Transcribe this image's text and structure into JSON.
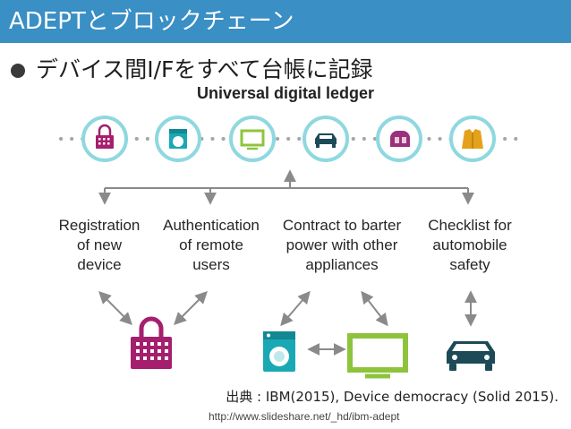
{
  "slide": {
    "title": "ADEPTとブロックチェーン",
    "bullet": "デバイス間I/Fをすべて台帳に記録",
    "ledger_title": "Universal digital ledger"
  },
  "diagram": {
    "ledger_icons": [
      "lock-icon",
      "washer-icon",
      "tv-icon",
      "car-icon",
      "toaster-icon",
      "jacket-icon"
    ],
    "nodes": [
      {
        "lines": [
          "Registration",
          "of new",
          "device"
        ]
      },
      {
        "lines": [
          "Authentication",
          "of remote",
          "users"
        ]
      },
      {
        "lines": [
          "Contract to barter",
          "power with other",
          "appliances"
        ]
      },
      {
        "lines": [
          "Checklist for",
          "automobile",
          "safety"
        ]
      }
    ],
    "bottom_icons": [
      "lock-icon",
      "washer-icon",
      "tv-icon",
      "car-icon"
    ],
    "colors": {
      "lock": "#a51f6e",
      "washer": "#1aa8b5",
      "tv": "#8ec43c",
      "car": "#1c4a57",
      "toaster": "#9b2f7a",
      "jacket": "#e4a11b",
      "ring": "#8fd8df"
    }
  },
  "footer": {
    "citation": "出典 : IBM(2015), Device democracy (Solid 2015).",
    "url": "http://www.slideshare.net/_hd/ibm-adept"
  }
}
